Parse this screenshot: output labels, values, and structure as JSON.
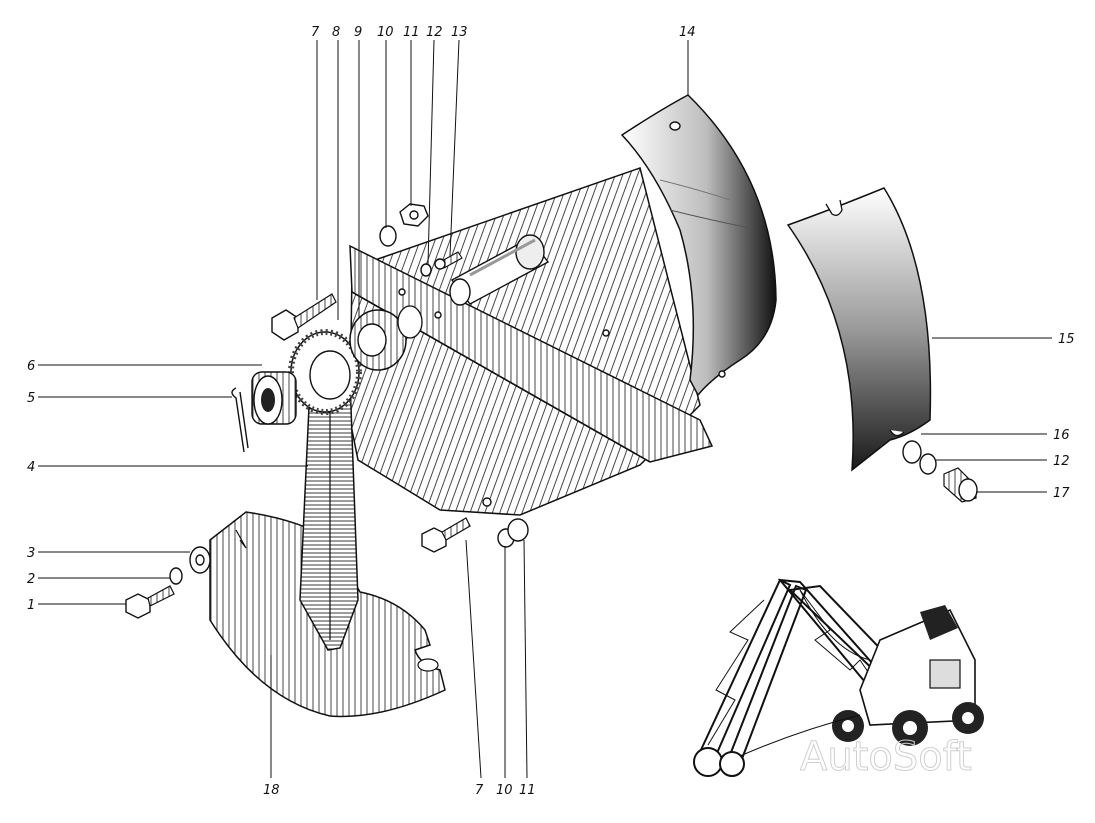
{
  "callouts": {
    "c1": "1",
    "c2": "2",
    "c3": "3",
    "c4": "4",
    "c5": "5",
    "c6": "6",
    "c7a": "7",
    "c8": "8",
    "c9": "9",
    "c10a": "10",
    "c11a": "11",
    "c12a": "12",
    "c13": "13",
    "c14": "14",
    "c15": "15",
    "c16": "16",
    "c12b": "12",
    "c17": "17",
    "c18": "18",
    "c7b": "7",
    "c10b": "10",
    "c11b": "11"
  },
  "watermark": "AutoSoft"
}
